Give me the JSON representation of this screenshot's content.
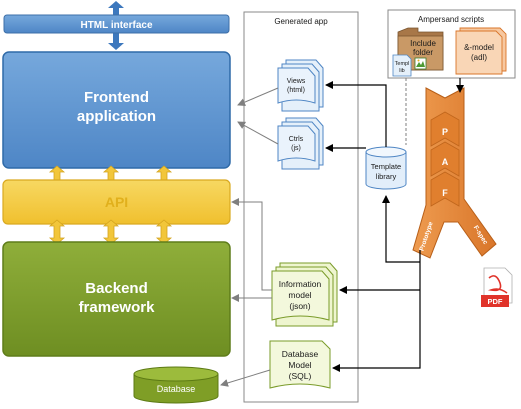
{
  "colors": {
    "blue_light": "#5b93d1",
    "blue_dark": "#2f6fb8",
    "yellow": "#f3cb3f",
    "api_text": "#e6b826",
    "green": "#7a9b2a",
    "green_light": "#eef5cf",
    "orange": "#e6873a",
    "orange_dark": "#c86a1e",
    "folder_tan": "#c79664",
    "page_blue": "#e5f0fa",
    "pdf_red": "#e0332a"
  },
  "left_stack": {
    "html_interface": "HTML interface",
    "frontend": [
      "Frontend",
      "application"
    ],
    "api": "API",
    "backend": [
      "Backend",
      "framework"
    ],
    "database": "Database"
  },
  "generated_app": {
    "title": "Generated app",
    "views": [
      "Views",
      "(html)"
    ],
    "ctrls": [
      "Ctrls",
      "(js)"
    ],
    "information_model": [
      "Information",
      "model",
      "(json)"
    ],
    "database_model": [
      "Database",
      "Model",
      "(SQL)"
    ]
  },
  "template_library": [
    "Template",
    "library"
  ],
  "ampersand_scripts": {
    "title": "Ampersand scripts",
    "include_folder": [
      "Include",
      "folder"
    ],
    "adl": [
      "&-model",
      "(adl)"
    ],
    "templ": [
      "Templ",
      "lib"
    ]
  },
  "ampersand": {
    "label": "Ampersand",
    "steps": [
      "P",
      "A",
      "F"
    ],
    "prototype": "Prototype",
    "fspec": "F-spec"
  },
  "pdf_label": "PDF"
}
